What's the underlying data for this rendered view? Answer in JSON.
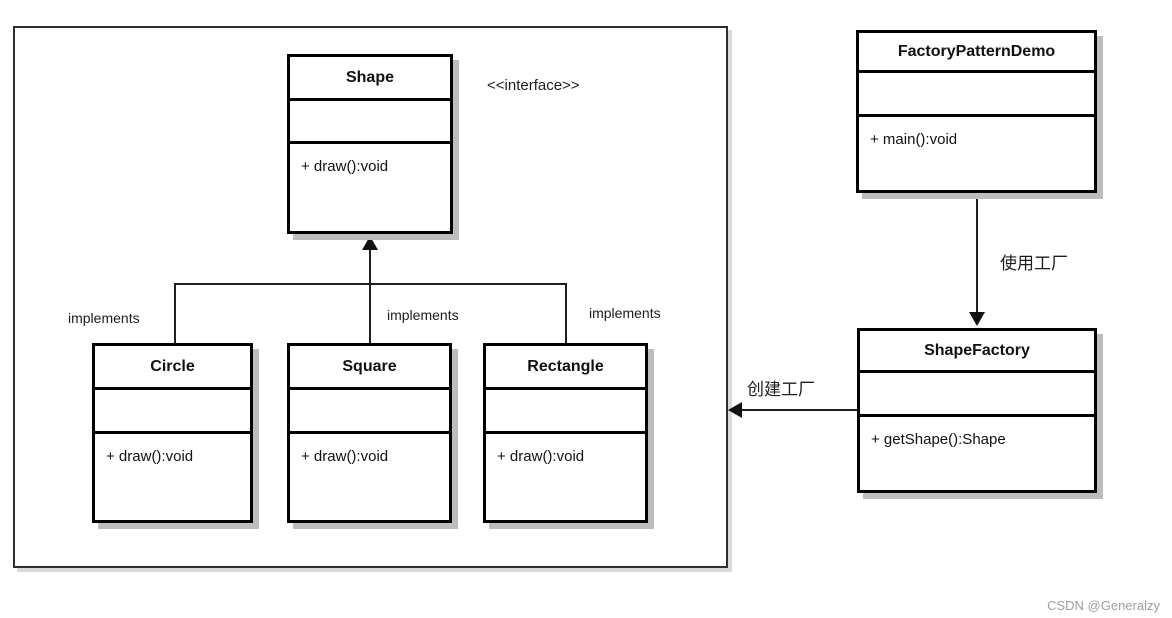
{
  "diagram": {
    "stereotype_label": "<<interface>>",
    "classes": {
      "shape": {
        "name": "Shape",
        "attributes": "",
        "method": "+ draw():void"
      },
      "circle": {
        "name": "Circle",
        "attributes": "",
        "method": "+ draw():void"
      },
      "square": {
        "name": "Square",
        "attributes": "",
        "method": "+ draw():void"
      },
      "rectangle": {
        "name": "Rectangle",
        "attributes": "",
        "method": "+ draw():void"
      },
      "factory_pattern_demo": {
        "name": "FactoryPatternDemo",
        "attributes": "",
        "method": "+ main():void"
      },
      "shape_factory": {
        "name": "ShapeFactory",
        "attributes": "",
        "method": "+ getShape():Shape"
      }
    },
    "labels": {
      "implements_circle": "implements",
      "implements_square": "implements",
      "implements_rectangle": "implements",
      "use_factory": "使用工厂",
      "create_factory": "创建工厂"
    },
    "colors": {
      "line": "#000000",
      "box_shadow": "#bdbdbd",
      "watermark": "#9e9e9e"
    }
  },
  "watermark": "CSDN @Generalzy"
}
